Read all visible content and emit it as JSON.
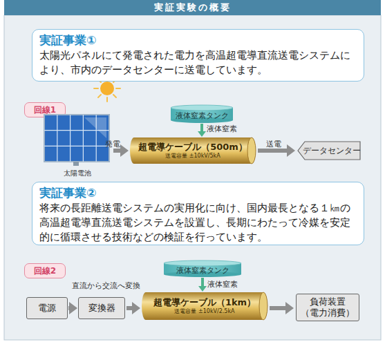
{
  "diagram": {
    "title": "実証実験の概要",
    "nodes": [
      {
        "text": [
          "実証事業①",
          "太陽光パネルにて発電された電力を高温超電導直流送電システムにより、市内のデータセンターに送電しています。"
        ]
      },
      {
        "text": [
          "回線1"
        ]
      },
      {
        "text": [
          "太陽電池"
        ]
      },
      {
        "text": [
          "液体窒素タンク"
        ]
      },
      {
        "text": [
          "超電導ケーブル（500m）",
          "送電容量 ±10kV/5kA"
        ]
      },
      {
        "text": [
          "データセンター"
        ]
      },
      {
        "text": [
          "実証事業②",
          "将来の長距離送電システムの実用化に向け、国内最長となる１㎞の高温超電導直流送電システムを設置し、長期にわたって冷媒を安定的に循環させる技術などの検証を行っています。"
        ]
      },
      {
        "text": [
          "回線2"
        ]
      },
      {
        "text": [
          "液体窒素タンク"
        ]
      },
      {
        "text": [
          "電源"
        ]
      },
      {
        "text": [
          "変換器"
        ]
      },
      {
        "text": [
          "超電導ケーブル（1km）",
          "送電容量 ±10kV/2.5kA"
        ]
      },
      {
        "text": [
          "負荷装置 （電力消費）"
        ]
      }
    ],
    "edges": [
      {
        "from": 2,
        "to": 4,
        "arrow": "to",
        "label": "発電"
      },
      {
        "from": 3,
        "to": 4,
        "arrow": "to",
        "label": "液体窒素"
      },
      {
        "from": 4,
        "to": 5,
        "arrow": "to",
        "label": "送電"
      },
      {
        "from": 9,
        "to": 10,
        "arrow": "to",
        "label": "直流から交流へ変換"
      },
      {
        "from": 10,
        "to": 11,
        "arrow": "to"
      },
      {
        "from": 11,
        "to": 12,
        "arrow": "to"
      },
      {
        "from": 8,
        "to": 11,
        "arrow": "to",
        "label": "液体窒素"
      }
    ]
  }
}
